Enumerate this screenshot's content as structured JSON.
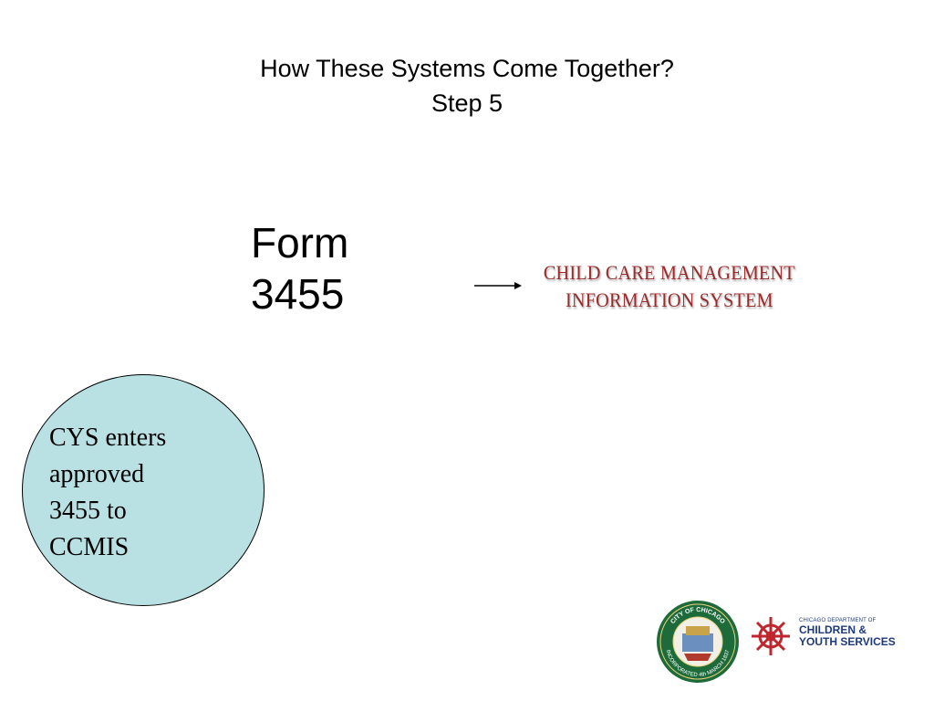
{
  "title": {
    "line1": "How These Systems Come Together?",
    "line2": "Step 5"
  },
  "form": {
    "line1": "Form",
    "line2": "3455"
  },
  "ccmis_logo": {
    "line1": "CHILD CARE MANAGEMENT",
    "line2": "INFORMATION SYSTEM",
    "color": "#9b2b2b"
  },
  "step": {
    "lines": [
      "CYS enters",
      "approved",
      "3455 to",
      "CCMIS"
    ],
    "fill": "#b9e0e3"
  },
  "city_seal": {
    "top_text": "CITY OF CHICAGO",
    "bottom_text": "INCORPORATED 4th MARCH 1837",
    "color": "#1d6b3a"
  },
  "dcys_logo": {
    "small": "CHICAGO DEPARTMENT OF",
    "line1": "CHILDREN &",
    "line2": "YOUTH SERVICES",
    "wheel_color": "#c0262d"
  }
}
